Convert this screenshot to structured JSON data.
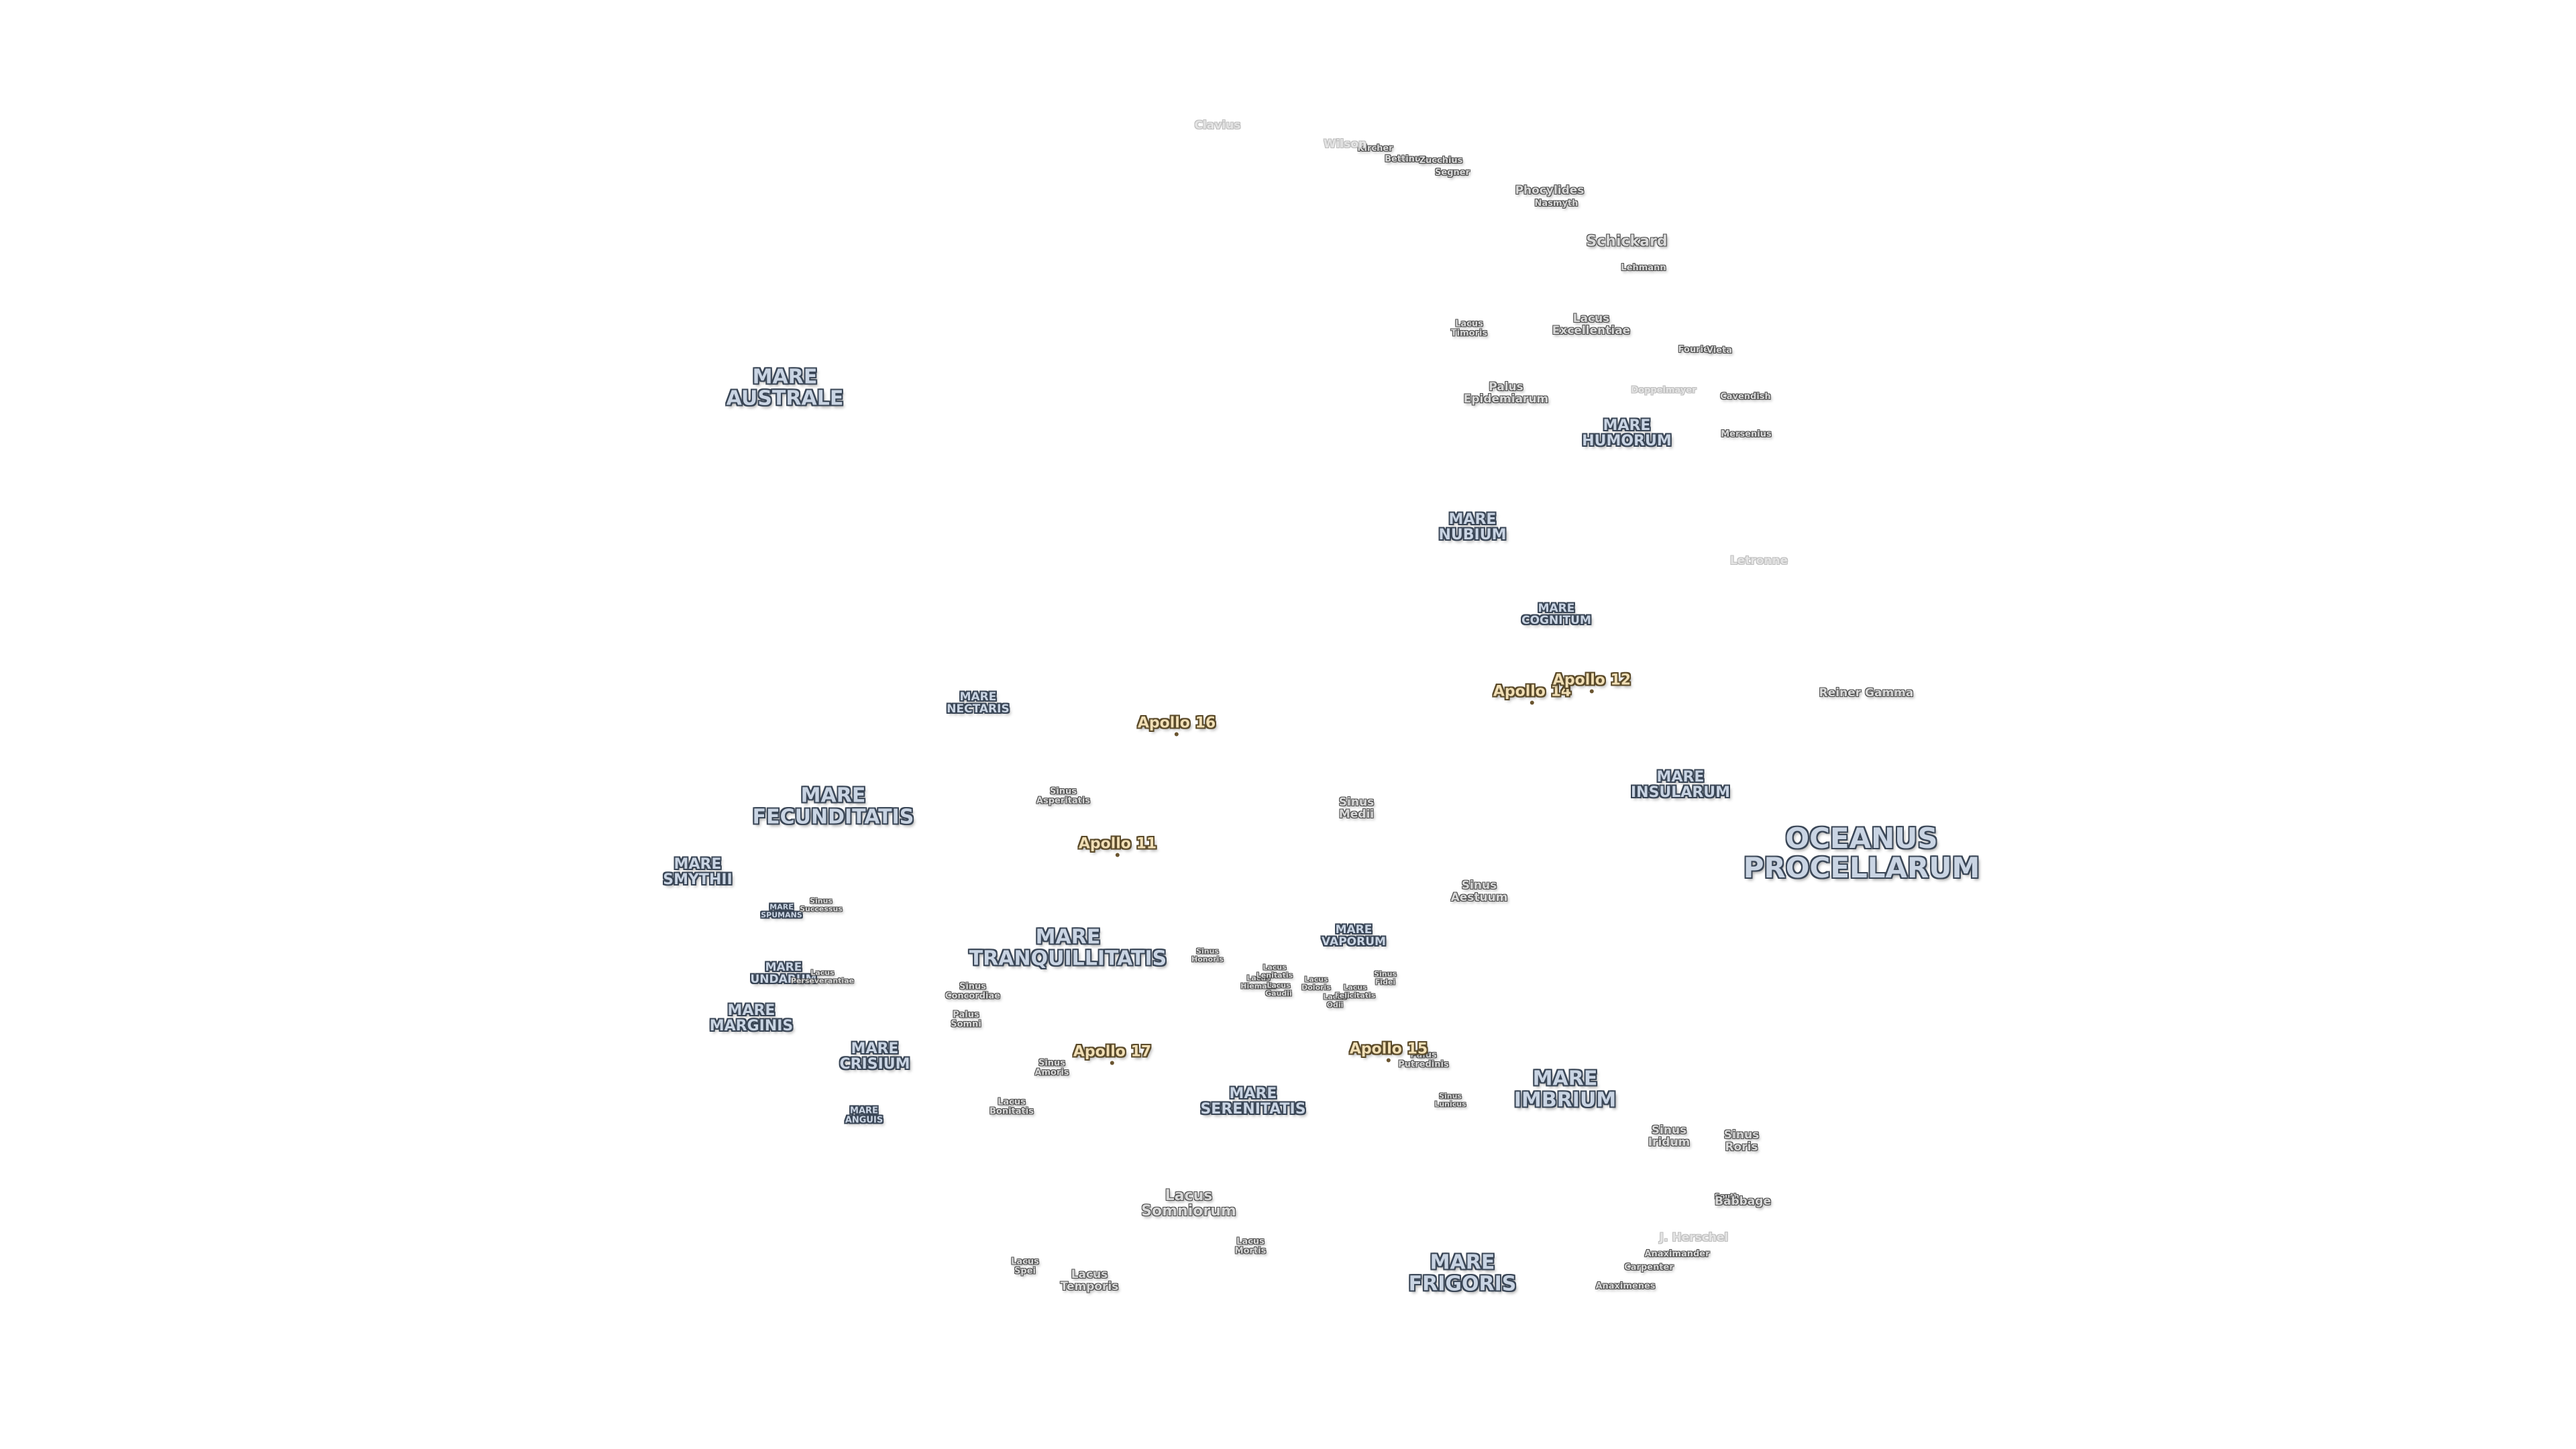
{
  "map": {
    "oceans": [
      {
        "name": "OCEANUS\nPROCELLARUM"
      }
    ],
    "maria": [
      {
        "name": "MARE\nAUSTRALE"
      },
      {
        "name": "MARE\nHUMORUM"
      },
      {
        "name": "MARE\nNUBIUM"
      },
      {
        "name": "MARE\nCOGNITUM"
      },
      {
        "name": "MARE\nNECTARIS"
      },
      {
        "name": "MARE\nINSULARUM"
      },
      {
        "name": "MARE\nFECUNDITATIS"
      },
      {
        "name": "MARE\nSMYTHII"
      },
      {
        "name": "MARE\nSPUMANS"
      },
      {
        "name": "MARE\nTRANQUILLITATIS"
      },
      {
        "name": "MARE\nVAPORUM"
      },
      {
        "name": "MARE\nUNDARUM"
      },
      {
        "name": "MARE\nMARGINIS"
      },
      {
        "name": "MARE\nCRISIUM"
      },
      {
        "name": "MARE\nSERENITATIS"
      },
      {
        "name": "MARE\nIMBRIUM"
      },
      {
        "name": "MARE\nANGUIS"
      },
      {
        "name": "MARE\nFRIGORIS"
      }
    ],
    "features": [
      {
        "name": "Schickard"
      },
      {
        "name": "Phocylides"
      },
      {
        "name": "Nasmyth"
      },
      {
        "name": "Lehmann"
      },
      {
        "name": "Lacus\nTimoris"
      },
      {
        "name": "Lacus\nExcellentiae"
      },
      {
        "name": "Fourier"
      },
      {
        "name": "Vieta"
      },
      {
        "name": "Palus\nEpidemiarum"
      },
      {
        "name": "Cavendish"
      },
      {
        "name": "Mersenius"
      },
      {
        "name": "Reiner Gamma"
      },
      {
        "name": "Sinus\nAsperitatis"
      },
      {
        "name": "Sinus\nMedii"
      },
      {
        "name": "Sinus\nAestuum"
      },
      {
        "name": "Sinus\nSuccessus"
      },
      {
        "name": "Lacus\nPerseverantiae"
      },
      {
        "name": "Sinus\nConcordiae"
      },
      {
        "name": "Palus\nSomni"
      },
      {
        "name": "Sinus\nHonoris"
      },
      {
        "name": "Lacus\nHiemalis"
      },
      {
        "name": "Lacus\nLenitatis"
      },
      {
        "name": "Lacus\nGaudii"
      },
      {
        "name": "Lacus\nDoloris"
      },
      {
        "name": "Lacus\nOdii"
      },
      {
        "name": "Lacus\nFelicitatis"
      },
      {
        "name": "Sinus\nFidei"
      },
      {
        "name": "Sinus\nAmoris"
      },
      {
        "name": "Palus\nPutredinis"
      },
      {
        "name": "Lacus\nBonitatis"
      },
      {
        "name": "Sinus\nLunicus"
      },
      {
        "name": "Sinus\nIridum"
      },
      {
        "name": "Sinus\nRoris"
      },
      {
        "name": "Lacus\nSomniorum"
      },
      {
        "name": "Lacus\nMortis"
      },
      {
        "name": "Lacus\nSpei"
      },
      {
        "name": "Lacus\nTemporis"
      },
      {
        "name": "South"
      },
      {
        "name": "Babbage"
      },
      {
        "name": "Anaximander"
      },
      {
        "name": "Carpenter"
      },
      {
        "name": "Anaximenes"
      },
      {
        "name": "Bettinus"
      },
      {
        "name": "Zucchius"
      },
      {
        "name": "Segner"
      },
      {
        "name": "Kircher"
      }
    ],
    "faint_features": [
      {
        "name": "Clavius"
      },
      {
        "name": "Wilson"
      },
      {
        "name": "Doppelmayer"
      },
      {
        "name": "Letronne"
      },
      {
        "name": "J. Herschel"
      }
    ],
    "apollo_sites": [
      {
        "name": "Apollo 16"
      },
      {
        "name": "Apollo 14"
      },
      {
        "name": "Apollo 12"
      },
      {
        "name": "Apollo 11"
      },
      {
        "name": "Apollo 17"
      },
      {
        "name": "Apollo 15"
      }
    ]
  }
}
